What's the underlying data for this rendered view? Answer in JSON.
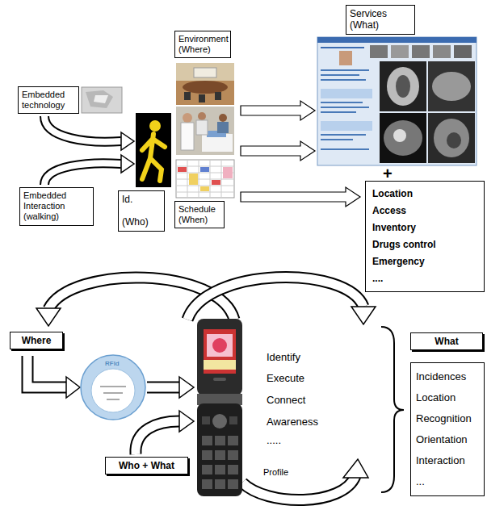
{
  "diagram": {
    "nodes": [
      {
        "text": [
          "Embedded technology"
        ]
      },
      {
        "text": [
          "Environment (Where)"
        ]
      },
      {
        "text": [
          "Services (What)"
        ]
      },
      {
        "text": [
          "Embedded Interaction (walking)"
        ]
      },
      {
        "text": [
          "Id.",
          "(Who)"
        ]
      },
      {
        "text": [
          "Schedule (When)"
        ]
      },
      {
        "text": [
          "Location",
          "Access",
          "Inventory",
          "Drugs control",
          "Emergency",
          "...."
        ]
      },
      {
        "text": [
          "Where"
        ]
      },
      {
        "text": [
          "What"
        ]
      },
      {
        "text": [
          "Who + What"
        ]
      },
      {
        "text": [
          "Incidences",
          "Location",
          "Recognition",
          "Orientation",
          "Interaction",
          "..."
        ]
      }
    ],
    "labels": [
      "+",
      "Identify",
      "Execute",
      "Connect",
      "Awareness",
      ".....",
      "Profile",
      "RFId"
    ]
  }
}
